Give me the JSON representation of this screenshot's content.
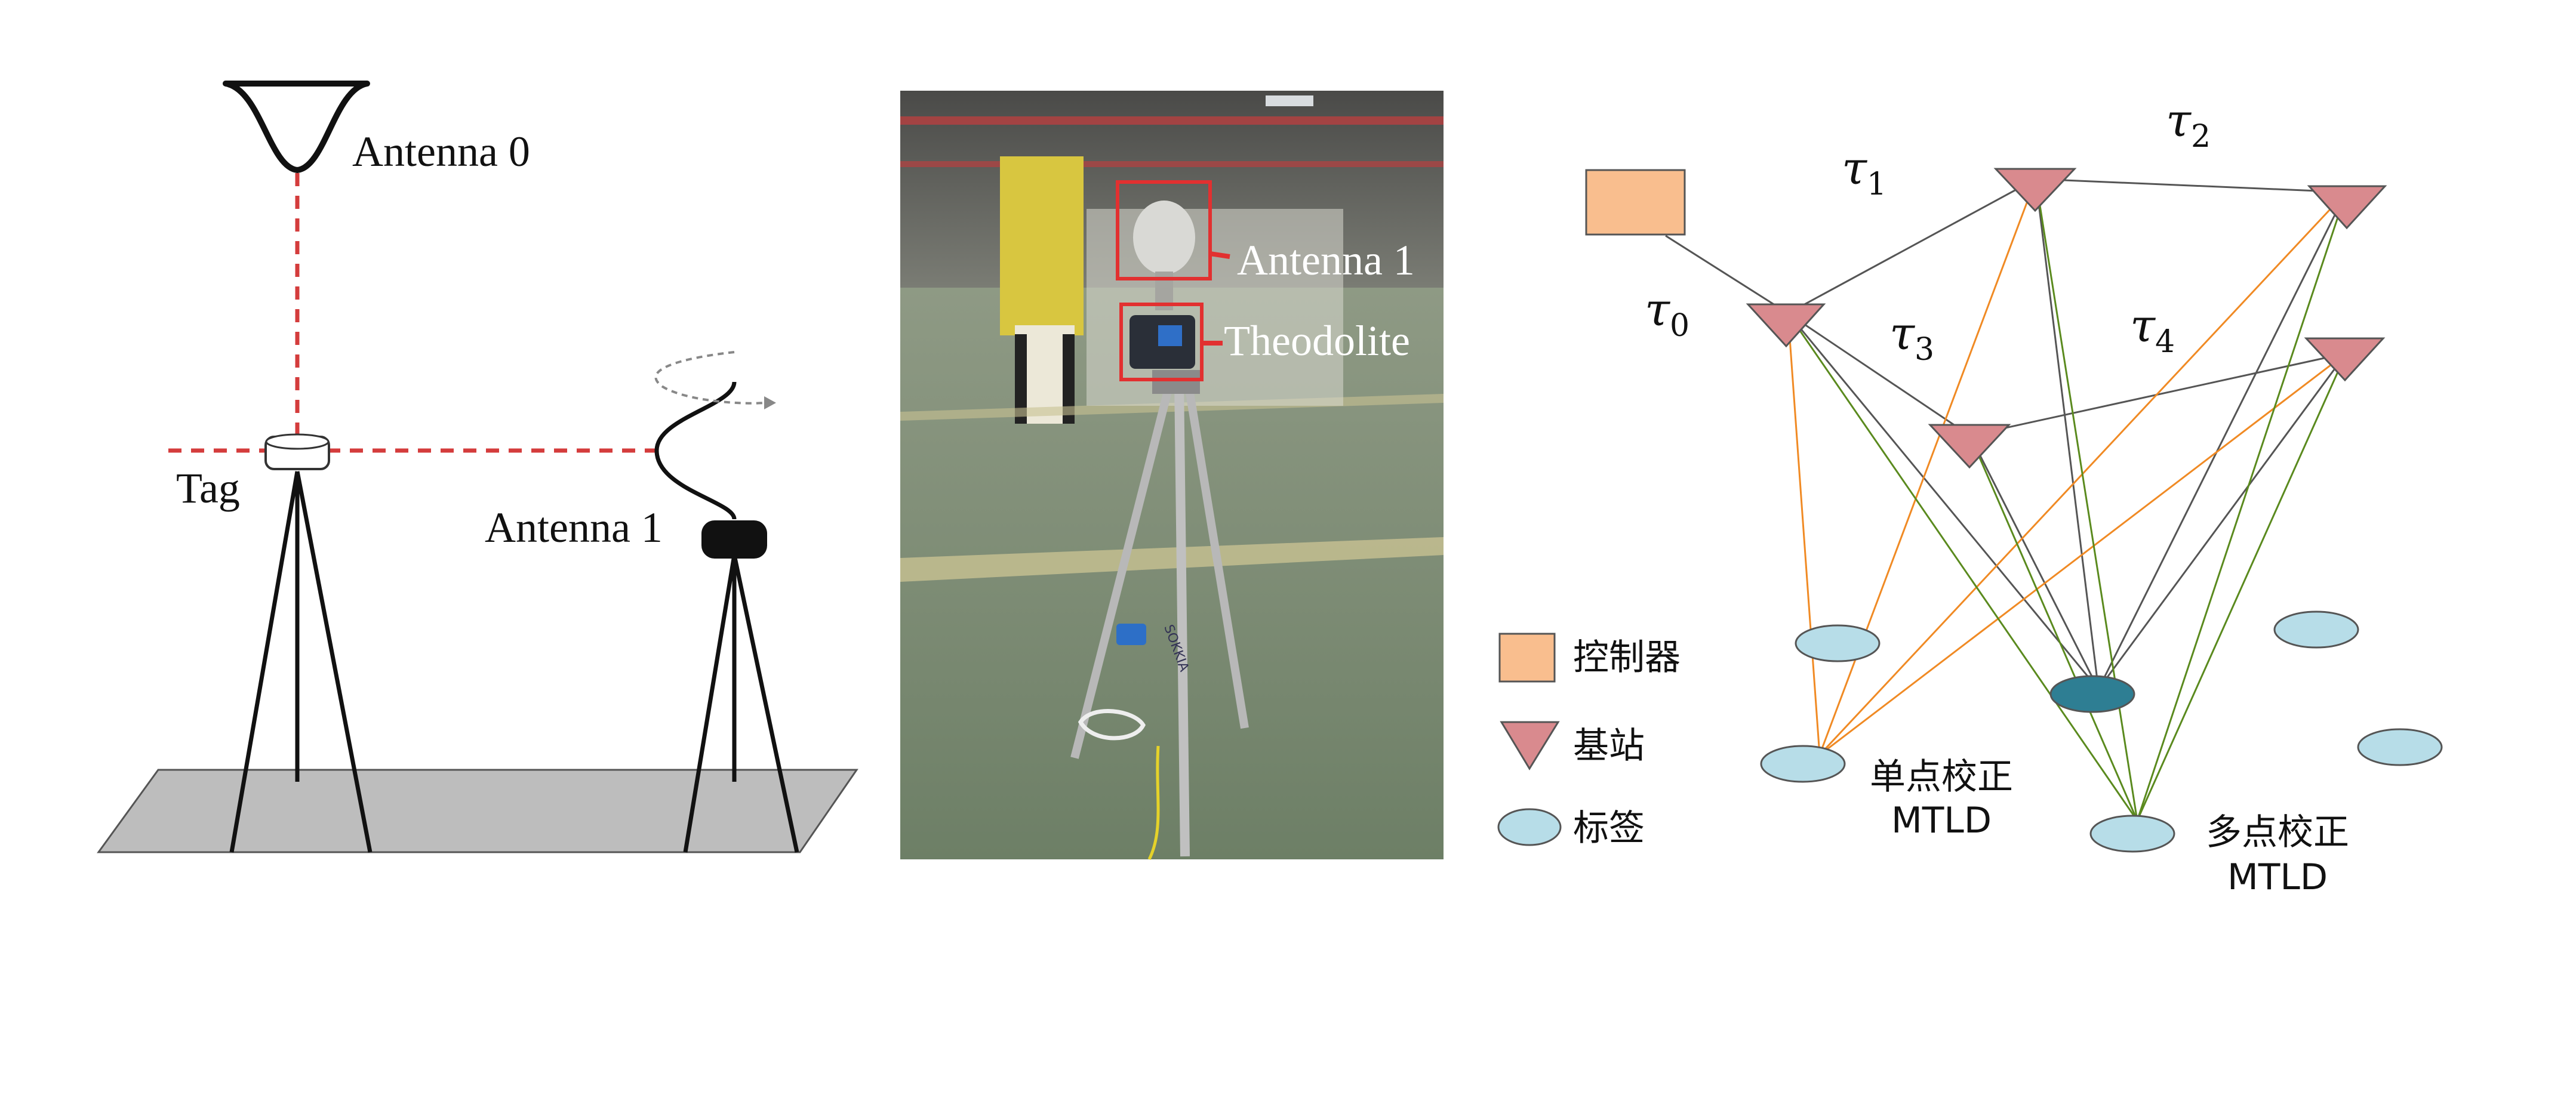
{
  "left_diagram": {
    "antenna0_label": "Antenna 0",
    "tag_label": "Tag",
    "antenna1_label": "Antenna 1"
  },
  "photo": {
    "antenna1_label": "Antenna 1",
    "theodolite_label": "Theodolite",
    "tripod_brand": "SOKKIA"
  },
  "network": {
    "tau_labels": [
      {
        "sym": "τ",
        "sub": "0"
      },
      {
        "sym": "τ",
        "sub": "1"
      },
      {
        "sym": "τ",
        "sub": "2"
      },
      {
        "sym": "τ",
        "sub": "3"
      },
      {
        "sym": "τ",
        "sub": "4"
      }
    ],
    "legend": {
      "controller": "控制器",
      "base_station": "基站",
      "tag": "标签"
    },
    "single_point": {
      "line1": "单点校正",
      "line2": "MTLD"
    },
    "multi_point": {
      "line1": "多点校正",
      "line2": "MTLD"
    },
    "colors": {
      "controller": "#f9be8e",
      "base_station": "#d98a8e",
      "tag": "#b7dde8",
      "highlight_tag": "#2e7e93",
      "orange_line": "#f08a24",
      "green_line": "#5a8a1e",
      "gray_line": "#555555",
      "red_dash": "#d43c3c"
    }
  }
}
